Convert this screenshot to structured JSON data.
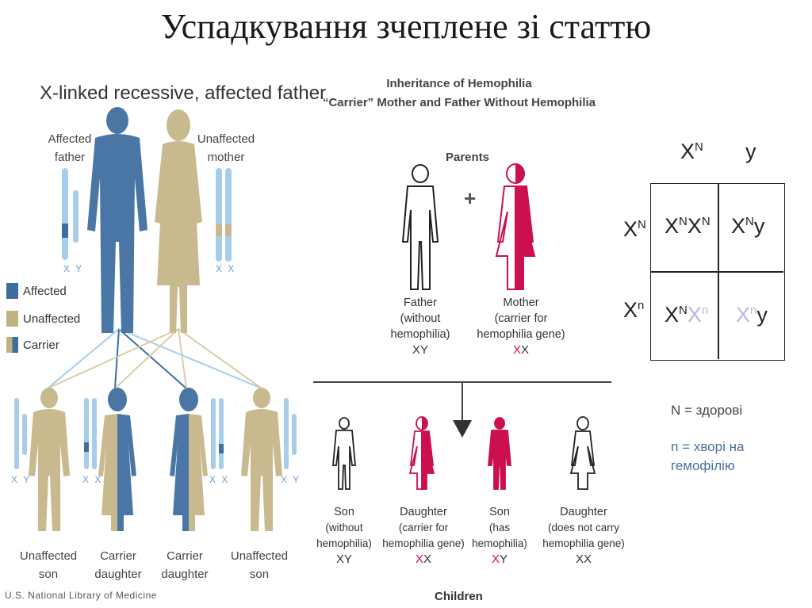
{
  "slide_title": "Успадкування зчеплене зі статтю",
  "pedigree": {
    "title": "X-linked recessive, affected father",
    "father_label": [
      "Affected",
      "father"
    ],
    "mother_label": [
      "Unaffected",
      "mother"
    ],
    "father_chrom": "X Y",
    "mother_chrom": "X X",
    "legend": [
      {
        "label": "Affected",
        "color": "#3e6e9e"
      },
      {
        "label": "Unaffected",
        "color": "#c2b283"
      },
      {
        "label": "Carrier",
        "color": "#3e6e9e"
      }
    ],
    "children": [
      {
        "label": [
          "Unaffected",
          "son"
        ],
        "chrom": "X Y"
      },
      {
        "label": [
          "Carrier",
          "daughter"
        ],
        "chrom": "X X"
      },
      {
        "label": [
          "Carrier",
          "daughter"
        ],
        "chrom": "X X"
      },
      {
        "label": [
          "Unaffected",
          "son"
        ],
        "chrom": "X Y"
      }
    ],
    "credit": "U.S. National Library of Medicine",
    "colors": {
      "affected": "#4a76a6",
      "unaffected": "#c9b98e",
      "chromosome": "#a8cdea"
    }
  },
  "hemophilia": {
    "heading_1": "Inheritance of Hemophilia",
    "heading_2": "“Carrier” Mother and Father Without Hemophilia",
    "parents_label": "Parents",
    "plus": "+",
    "father": {
      "lines": [
        "Father",
        "(without",
        "hemophilia)"
      ],
      "geno": "XY"
    },
    "mother": {
      "lines": [
        "Mother",
        "(carrier for",
        "hemophilia gene)"
      ],
      "geno_a": "X",
      "geno_b": "X"
    },
    "children_label": "Children",
    "children": [
      {
        "lines": [
          "Son",
          "(without",
          "hemophilia)"
        ],
        "geno_a": "X",
        "geno_b": "Y"
      },
      {
        "lines": [
          "Daughter",
          "(carrier for",
          "hemophilia gene)"
        ],
        "geno_a": "X",
        "geno_b": "X"
      },
      {
        "lines": [
          "Son",
          "(has",
          "hemophilia)"
        ],
        "geno_a": "X",
        "geno_b": "Y"
      },
      {
        "lines": [
          "Daughter",
          "(does not carry",
          "hemophilia gene)"
        ],
        "geno_a": "X",
        "geno_b": "X"
      }
    ],
    "colors": {
      "red": "#cc0f4e"
    }
  },
  "punnett": {
    "col_headers": [
      {
        "base": "X",
        "sup": "N"
      },
      {
        "base": "y",
        "sup": ""
      }
    ],
    "row_headers": [
      {
        "base": "X",
        "sup": "N"
      },
      {
        "base": "X",
        "sup": "n"
      }
    ],
    "cells": [
      [
        {
          "a": "X",
          "a_sup": "N",
          "b": "X",
          "b_sup": "N"
        },
        {
          "a": "X",
          "a_sup": "N",
          "b": "y",
          "b_sup": ""
        }
      ],
      [
        {
          "a": "X",
          "a_sup": "N",
          "b": "X",
          "b_sup": "n"
        },
        {
          "a": "X",
          "a_sup": "n",
          "b": "y",
          "b_sup": ""
        }
      ]
    ],
    "key": [
      {
        "text": "N = здорові",
        "color": "#444444"
      },
      {
        "text": "n = хворі на",
        "color": "#4a6f9a"
      },
      {
        "text": "гемофілію",
        "color": "#4a6f9a"
      }
    ]
  }
}
